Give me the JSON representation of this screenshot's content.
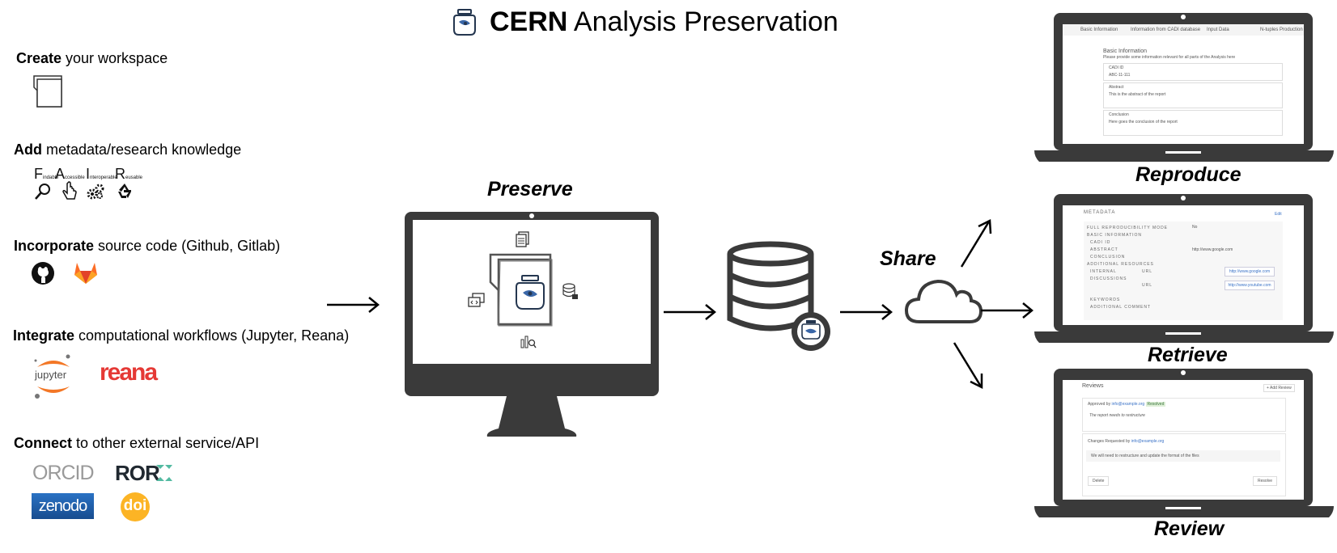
{
  "header": {
    "title_bold": "CERN",
    "title_rest": " Analysis Preservation"
  },
  "steps": [
    {
      "bold": "Create",
      "rest": " your workspace"
    },
    {
      "bold": "Add",
      "rest": " metadata/research knowledge"
    },
    {
      "bold": "Incorporate",
      "rest": " source code (Github, Gitlab)"
    },
    {
      "bold": "Integrate",
      "rest": " computational workflows (Jupyter, Reana)"
    },
    {
      "bold": "Connect",
      "rest": " to other external service/API"
    }
  ],
  "fair": {
    "f": "F",
    "f_small": "indable",
    "a": "A",
    "a_small": "ccessible",
    "i": "I",
    "i_small": "nteroperable",
    "r": "R",
    "r_small": "eusable"
  },
  "logos": {
    "jupyter": "jupyter",
    "reana": "reana",
    "orcid": "ORCID",
    "ror": "ROR",
    "zenodo": "zenodo",
    "doi": "doi"
  },
  "labels": {
    "preserve": "Preserve",
    "share": "Share",
    "reproduce": "Reproduce",
    "retrieve": "Retrieve",
    "review": "Review"
  },
  "screens": {
    "reproduce": {
      "tabs": [
        "Basic Information",
        "Information from CADI database",
        "Input Data",
        "N-tuples Production"
      ],
      "section": "Basic Information",
      "section_desc": "Please provide some information relevant for all parts of the Analysis here",
      "cadi_label": "CADI ID",
      "cadi_value": "ABC-11-111",
      "abstract_label": "Abstract",
      "abstract_value": "This is the abstract of the report",
      "conclusion_label": "Conclusion",
      "conclusion_value": "Here goes the conclusion of the report"
    },
    "retrieve": {
      "heading": "METADATA",
      "edit": "Edit",
      "rows": [
        "FULL REPRODUCIBILITY MODE",
        "BASIC INFORMATION",
        "CADI ID",
        "ABSTRACT",
        "CONCLUSION",
        "ADDITIONAL RESOURCES",
        "INTERNAL",
        "DISCUSSIONS",
        "KEYWORDS",
        "ADDITIONAL COMMENT"
      ],
      "mode_value": "No",
      "abstract_value": "http://www.google.com",
      "url_label": "URL",
      "url1": "http://www.google.com",
      "url2": "http://www.youtube.com"
    },
    "review": {
      "heading": "Reviews",
      "add": "+ Add Review",
      "approved": "Approved by",
      "approved_by": "info@example.org",
      "approved_tag": "Resolved",
      "comment1": "The report needs to restructure",
      "changes": "Changes Requested by",
      "changes_by": "info@example.org",
      "comment2": "We will need to restructure and update the format of the files",
      "delete": "Delete",
      "resolve": "Resolve"
    }
  },
  "colors": {
    "device": "#3a3a3a",
    "jupyter_orange": "#f37726",
    "reana_red": "#e53935",
    "orcid_green": "#a6ce39",
    "ror_dark": "#202830",
    "ror_teal": "#53baa1",
    "zenodo_blue": "#1f5fa8",
    "doi_yellow": "#fcb425",
    "link": "#3b73c7"
  }
}
